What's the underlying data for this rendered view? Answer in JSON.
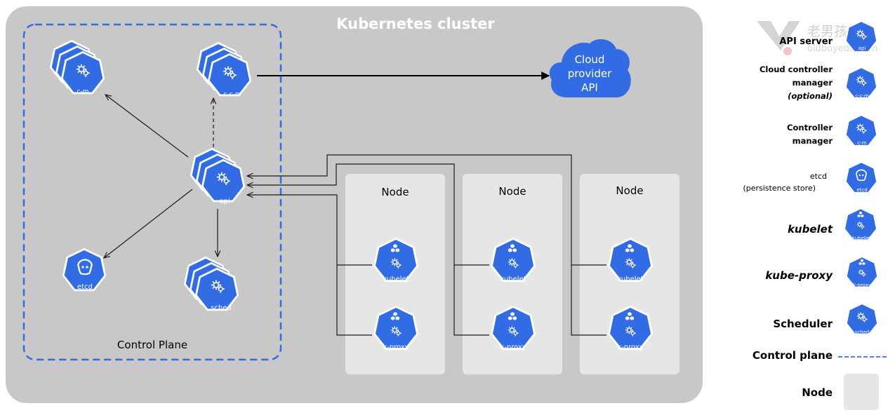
{
  "cluster": {
    "title": "Kubernetes cluster"
  },
  "control_plane": {
    "label": "Control Plane"
  },
  "cloud": {
    "line1": "Cloud",
    "line2": "provider",
    "line3": "API"
  },
  "components": {
    "cm": "c-m",
    "ccm": "c-c-m",
    "api": "api",
    "etcd": "etcd",
    "sched": "sched"
  },
  "nodes": [
    {
      "title": "Node",
      "kubelet": "kubelet",
      "kproxy": "k-proxy"
    },
    {
      "title": "Node",
      "kubelet": "kubelet",
      "kproxy": "k-proxy"
    },
    {
      "title": "Node",
      "kubelet": "kubelet",
      "kproxy": "k-proxy"
    }
  ],
  "legend": {
    "api_server": "API server",
    "ccm_line1": "Cloud controller",
    "ccm_line2": "manager",
    "ccm_line3": "(optional)",
    "cm_line1": "Controller",
    "cm_line2": "manager",
    "etcd_line1": "etcd",
    "etcd_line2": "(persistence store)",
    "kubelet": "kubelet",
    "kube_proxy": "kube-proxy",
    "scheduler": "Scheduler",
    "control_plane": "Control plane",
    "node": "Node",
    "icons": {
      "api": "api",
      "ccm": "c-c-m",
      "cm": "c-m",
      "etcd": "etcd",
      "kubelet": "kubelet",
      "kproxy": "k-proxy",
      "sched": "sched"
    }
  },
  "watermark": {
    "text": "老男孩教育",
    "url": "oldboyedu.com"
  },
  "colors": {
    "k8s_blue": "#326ce5",
    "cluster_bg": "#c8c8c8",
    "node_bg": "#e6e6e6",
    "line": "#1a1a1a"
  }
}
